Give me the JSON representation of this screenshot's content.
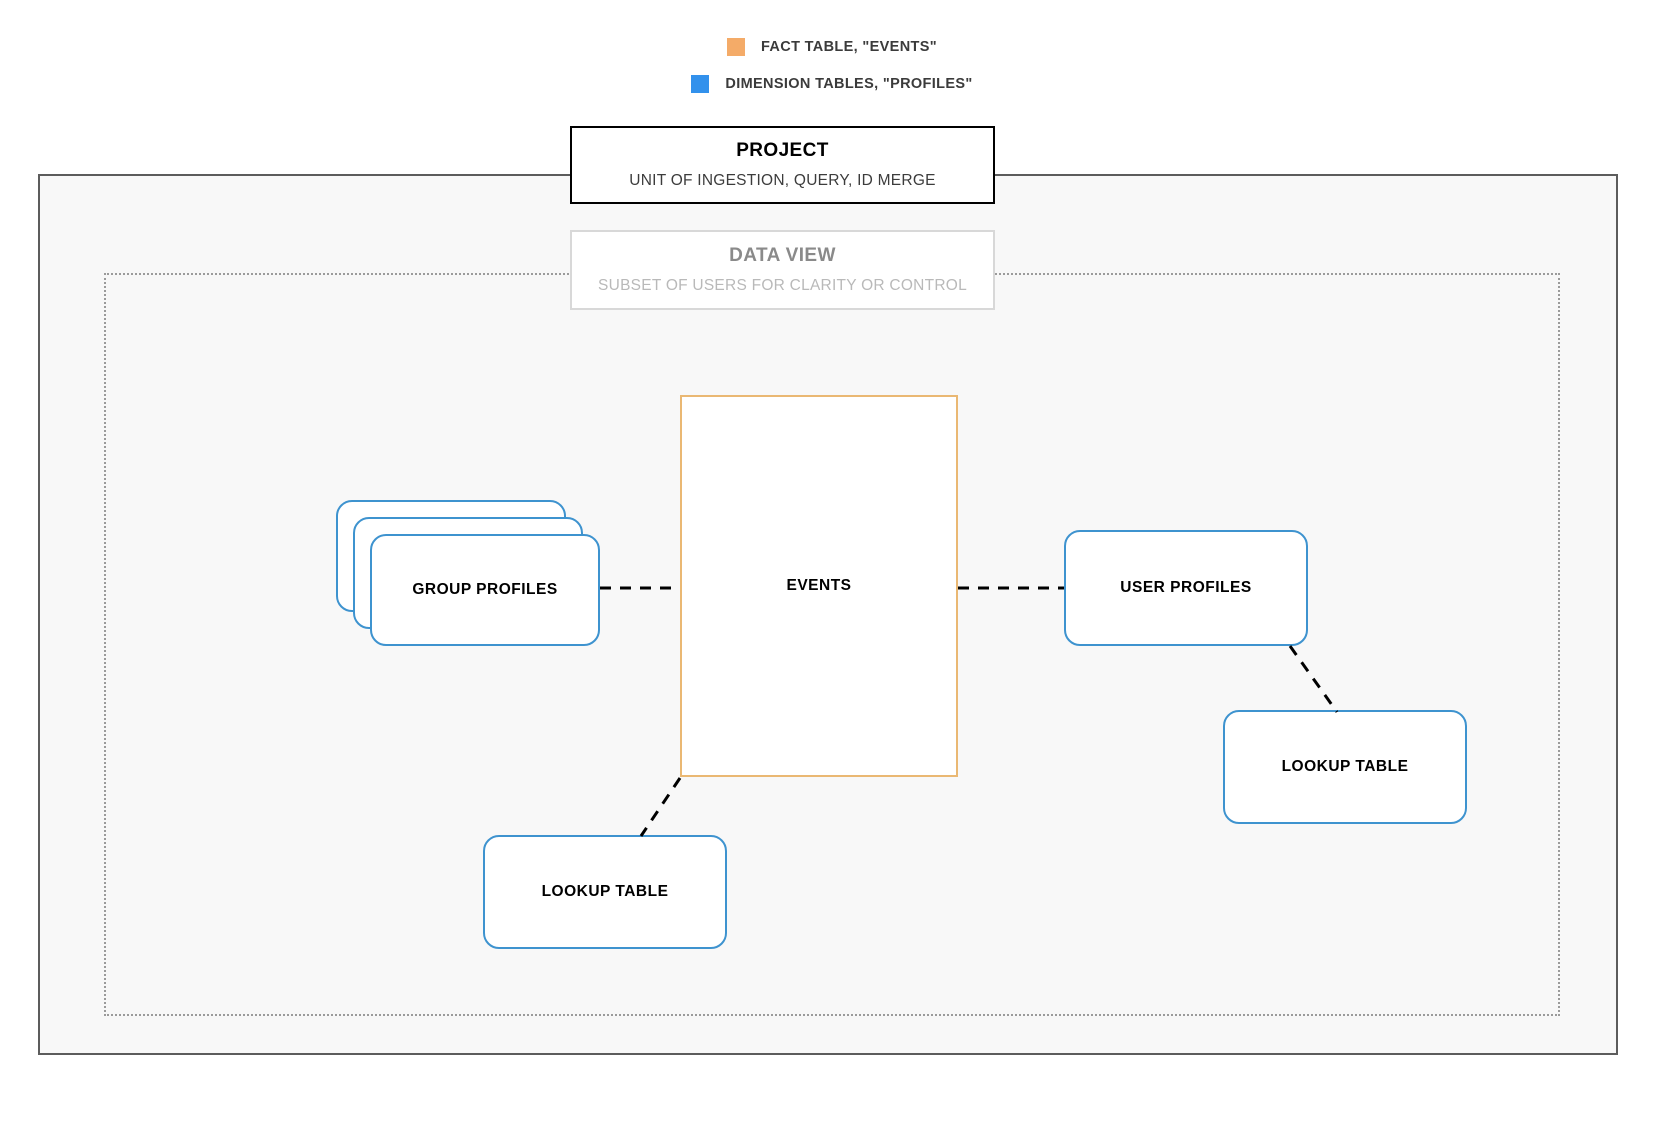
{
  "legend": {
    "items": [
      {
        "label": "FACT TABLE, \"EVENTS\"",
        "color": "#f4ab68",
        "swatch_name": "fact-table-swatch"
      },
      {
        "label": "DIMENSION TABLES, \"PROFILES\"",
        "color": "#3291ec",
        "swatch_name": "dimension-tables-swatch"
      }
    ]
  },
  "project": {
    "title": "PROJECT",
    "subtitle": "UNIT OF INGESTION, QUERY, ID MERGE",
    "border_color": "#000000"
  },
  "data_view": {
    "title": "DATA VIEW",
    "subtitle": "SUBSET OF USERS FOR CLARITY OR CONTROL",
    "border_color": "#d8d8d8"
  },
  "nodes": {
    "events": {
      "label": "EVENTS",
      "type": "fact",
      "color": "#eab873"
    },
    "group_profiles": {
      "label": "GROUP PROFILES",
      "type": "dimension",
      "color": "#3e93cf",
      "stack_count": 3
    },
    "user_profiles": {
      "label": "USER PROFILES",
      "type": "dimension",
      "color": "#3e93cf"
    },
    "lookup_table_left": {
      "label": "LOOKUP TABLE",
      "type": "dimension",
      "color": "#3e93cf"
    },
    "lookup_table_right": {
      "label": "LOOKUP TABLE",
      "type": "dimension",
      "color": "#3e93cf"
    }
  },
  "connectors": [
    {
      "name": "group-profiles-to-events",
      "style": "dashed"
    },
    {
      "name": "events-to-user-profiles",
      "style": "dashed"
    },
    {
      "name": "events-to-lookup-table-left",
      "style": "dashed"
    },
    {
      "name": "user-profiles-to-lookup-table-right",
      "style": "dashed"
    }
  ]
}
